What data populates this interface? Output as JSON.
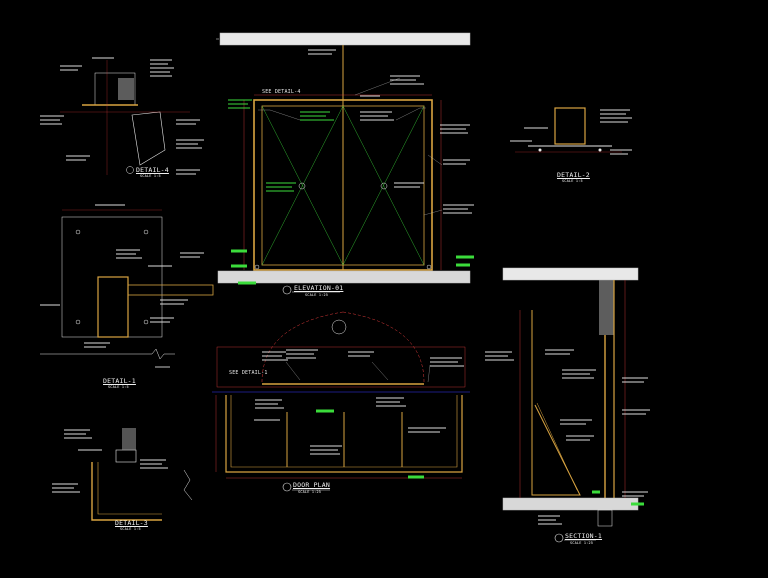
{
  "drawing": {
    "titles": {
      "elevation": "ELEVATION-01",
      "door_plan": "DOOR PLAN",
      "section": "SECTION-1",
      "detail_4": "DETAIL-4",
      "detail_2": "DETAIL-2",
      "detail_1": "DETAIL-1",
      "detail_3": "DETAIL-3"
    },
    "scales": {
      "elevation": "SCALE 1:25",
      "door_plan": "SCALE 1:25",
      "section": "SCALE 1:25",
      "detail_4": "SCALE 1:5",
      "detail_2": "SCALE 1:5",
      "detail_1": "SCALE 1:5",
      "detail_3": "SCALE 1:5"
    },
    "callouts": {
      "see_detail_top": "SEE DETAIL-4",
      "see_detail_plan": "SEE DETAIL-1"
    },
    "colors": {
      "background": "#000000",
      "door_frame": "#d9a441",
      "construction": "#e23b3b",
      "annotation": "#3bdc3b",
      "hatch": "#e8e8e8"
    }
  }
}
